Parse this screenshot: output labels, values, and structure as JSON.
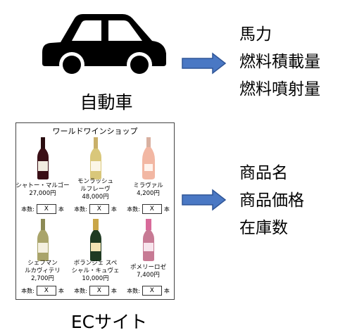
{
  "car": {
    "label": "自動車",
    "attributes": [
      "馬力",
      "燃料積載量",
      "燃料噴射量"
    ]
  },
  "ec": {
    "label": "ECサイト",
    "attributes": [
      "商品名",
      "商品価格",
      "在庫数"
    ],
    "shop": {
      "title": "ワールドワインショップ",
      "qty_label": "本数:",
      "qty_value": "X",
      "qty_unit": "本",
      "products": [
        {
          "name": "シャトー・マルゴー",
          "price": "27,000円",
          "color": "red"
        },
        {
          "name": "モンラッシュ\nルフレーヴ",
          "price": "48,000円",
          "color": "white"
        },
        {
          "name": "ミラヴァル",
          "price": "4,200円",
          "color": "rose"
        },
        {
          "name": "シェフマン\nルカヴィテリ",
          "price": "2,700円",
          "color": "olive"
        },
        {
          "name": "ボランジェ スペ\nシャル・キュヴェ",
          "price": "10,000円",
          "color": "champagne"
        },
        {
          "name": "ポメリーロゼ",
          "price": "7,400円",
          "color": "pink-champagne"
        }
      ]
    }
  },
  "colors": {
    "arrow_fill": "#4a78c4",
    "arrow_stroke": "#2f5597"
  }
}
